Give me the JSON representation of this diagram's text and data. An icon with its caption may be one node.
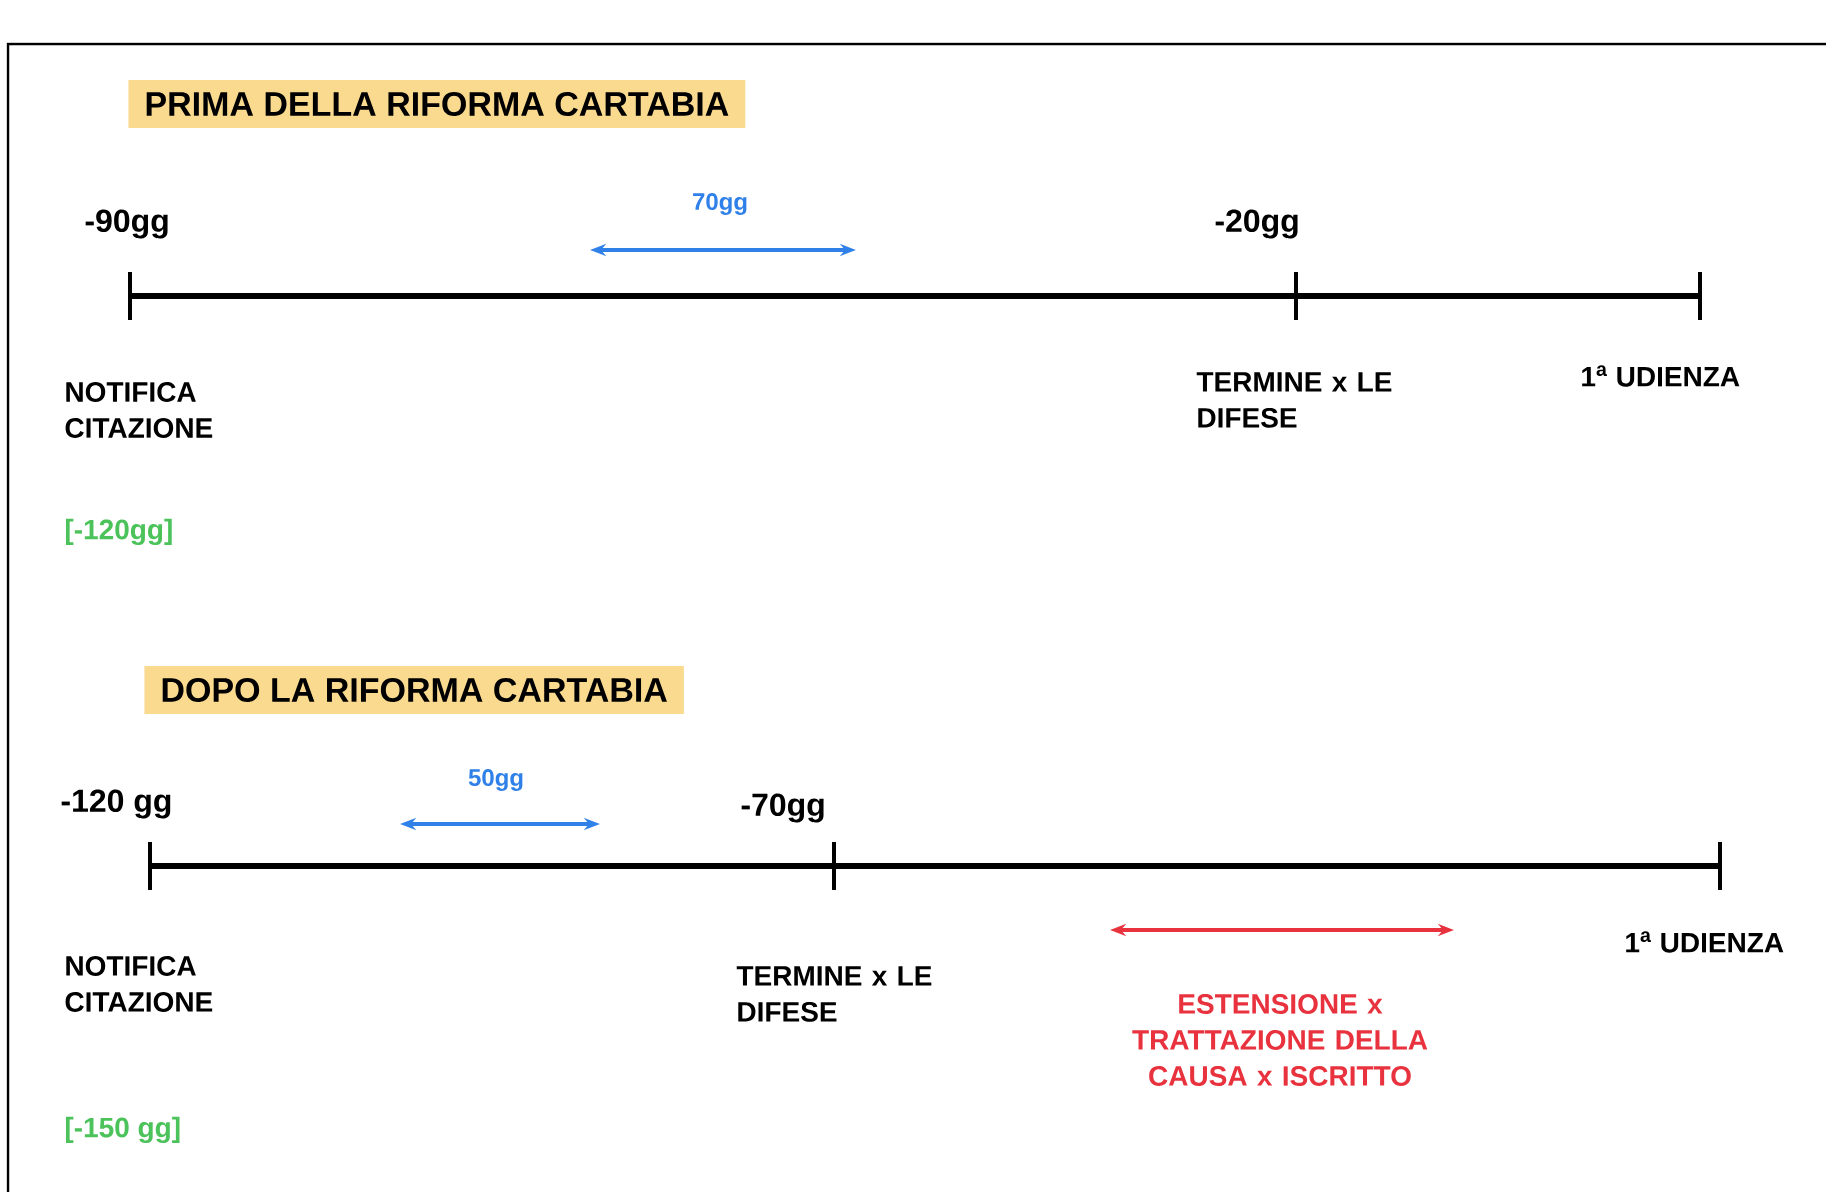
{
  "diagram": {
    "labels": [
      "PRIMA DELLA RIFORMA CARTABIA",
      "-90gg",
      "70gg",
      "-20gg",
      "NOTIFICA CITAZIONE",
      "TERMINE x LE DIFESE",
      "1$^{a}$ UDIENZA",
      "[-120gg]",
      "DOPO LA RIFORMA CARTABIA",
      "-120 gg",
      "50gg",
      "-70gg",
      "NOTIFICA CITAZIONE",
      "TERMINE x LE DIFESE",
      "ESTENSIONE x TRATTAZIONE DELLA CAUSA x ISCRITTO",
      "1$^{a}$ UDIENZA",
      "[-150 gg]"
    ]
  }
}
